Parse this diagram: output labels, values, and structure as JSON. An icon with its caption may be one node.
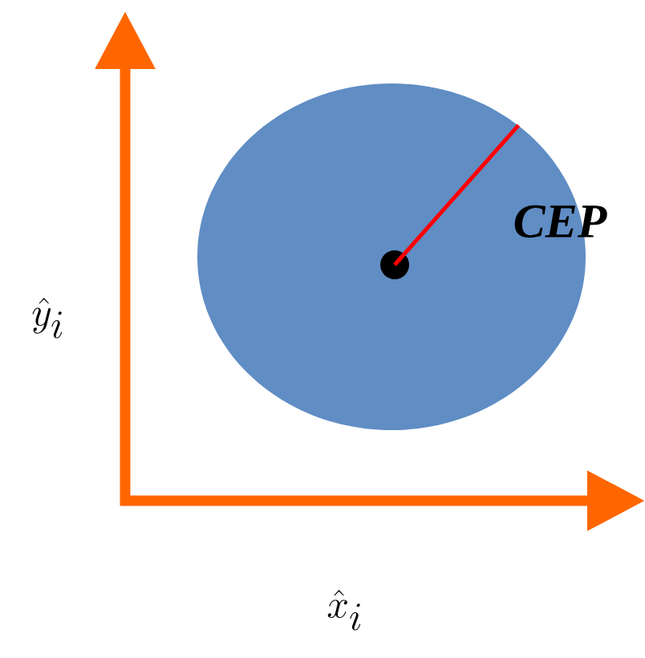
{
  "diagram": {
    "nodes": [
      {
        "text": [],
        "shape": "circle"
      },
      {
        "text": [],
        "shape": "circle",
        "in": 0
      }
    ],
    "edges": [
      {
        "from": 1,
        "to": 0,
        "arrow": "none",
        "label": "CEP"
      }
    ],
    "labels": [
      "\\hat{y}_i",
      "\\hat{x}_i"
    ]
  }
}
